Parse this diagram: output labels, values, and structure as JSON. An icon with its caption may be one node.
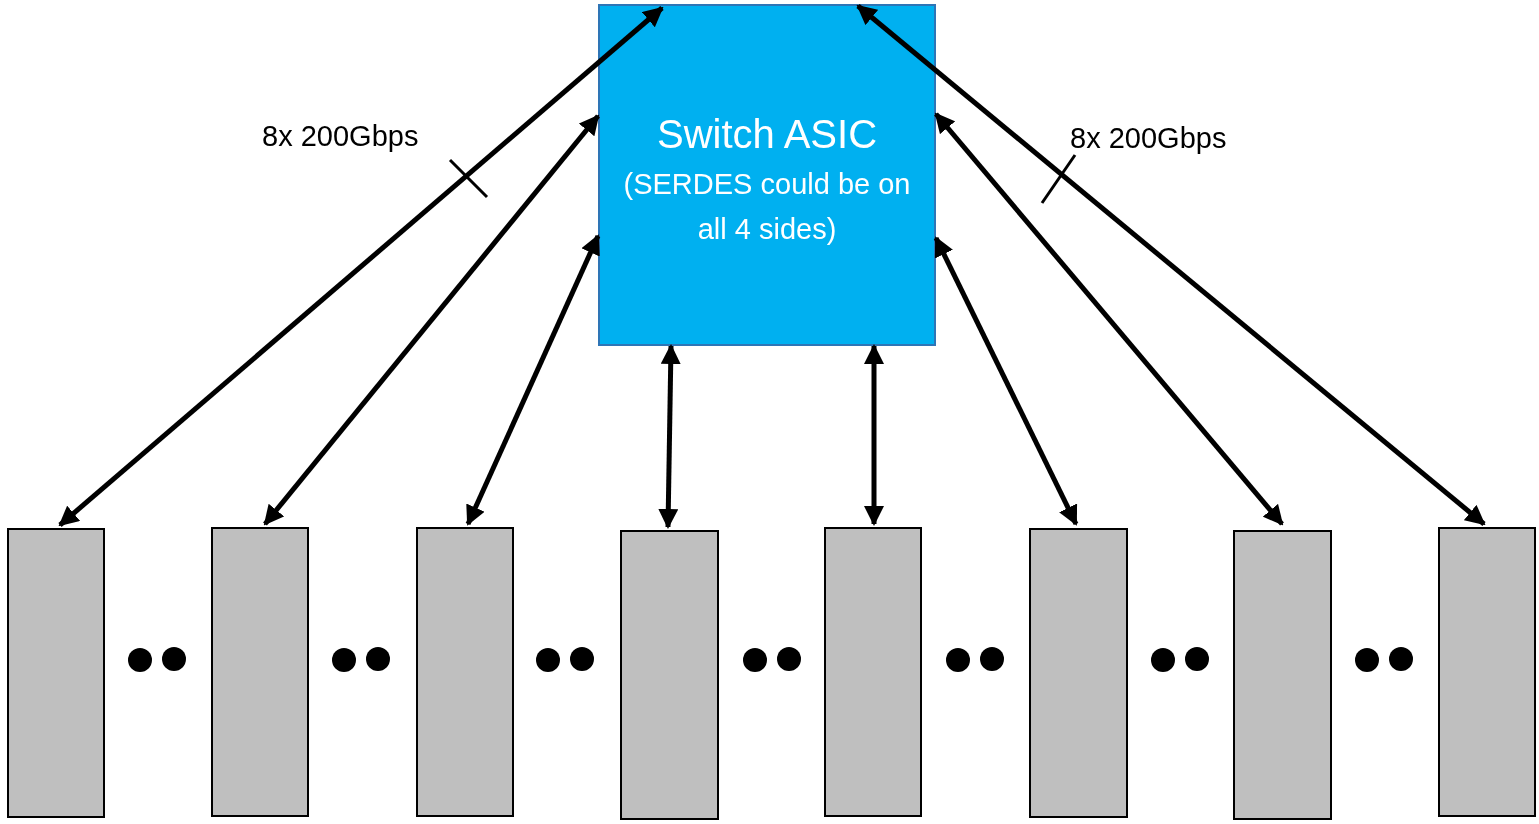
{
  "diagram": {
    "nodes": [
      {
        "text": [
          "Switch ASIC",
          "(SERDES could be on all 4 sides)"
        ]
      },
      {
        "text": [],
        "shape": "box"
      },
      {
        "text": [],
        "shape": "box"
      },
      {
        "text": [],
        "shape": "box"
      },
      {
        "text": [],
        "shape": "box"
      },
      {
        "text": [],
        "shape": "box"
      },
      {
        "text": [],
        "shape": "box"
      },
      {
        "text": [],
        "shape": "box"
      },
      {
        "text": [],
        "shape": "box"
      }
    ],
    "edges": [
      {
        "from": 0,
        "to": 1,
        "arrow": "both"
      },
      {
        "from": 0,
        "to": 2,
        "arrow": "both"
      },
      {
        "from": 0,
        "to": 3,
        "arrow": "both"
      },
      {
        "from": 0,
        "to": 4,
        "arrow": "both"
      },
      {
        "from": 0,
        "to": 5,
        "arrow": "both"
      },
      {
        "from": 0,
        "to": 6,
        "arrow": "both"
      },
      {
        "from": 0,
        "to": 7,
        "arrow": "both"
      },
      {
        "from": 0,
        "to": 8,
        "arrow": "both"
      }
    ],
    "labels": [
      "8x 200Gbps",
      "8x 200Gbps"
    ]
  }
}
